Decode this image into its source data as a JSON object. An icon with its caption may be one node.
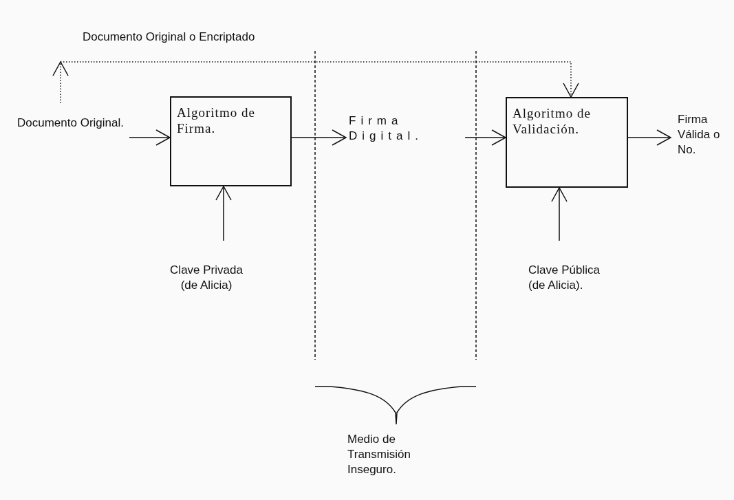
{
  "diagram": {
    "nodes": [
      {
        "text": [
          "Documento Original."
        ]
      },
      {
        "text": [
          "Algoritmo de Firma."
        ]
      },
      {
        "text": [
          "Firma Digital."
        ]
      },
      {
        "text": [
          "Algoritmo de Validación."
        ]
      },
      {
        "text": [
          "Firma Válida o No."
        ]
      },
      {
        "text": [
          "Clave Privada (de Alicia)"
        ]
      },
      {
        "text": [
          "Clave Pública (de Alicia)."
        ]
      }
    ],
    "edges": [
      {
        "from": 0,
        "to": 1,
        "arrow": "to"
      },
      {
        "from": 1,
        "to": 2,
        "arrow": "to"
      },
      {
        "from": 2,
        "to": 3,
        "arrow": "to"
      },
      {
        "from": 3,
        "to": 4,
        "arrow": "to"
      },
      {
        "from": 5,
        "to": 1,
        "arrow": "to"
      },
      {
        "from": 6,
        "to": 3,
        "arrow": "to"
      },
      {
        "from": 0,
        "to": 3,
        "arrow": "to",
        "style": "dashed",
        "label": "Documento Original o Encriptado"
      }
    ],
    "labels": [
      "Medio de Transmisión Inseguro."
    ]
  }
}
